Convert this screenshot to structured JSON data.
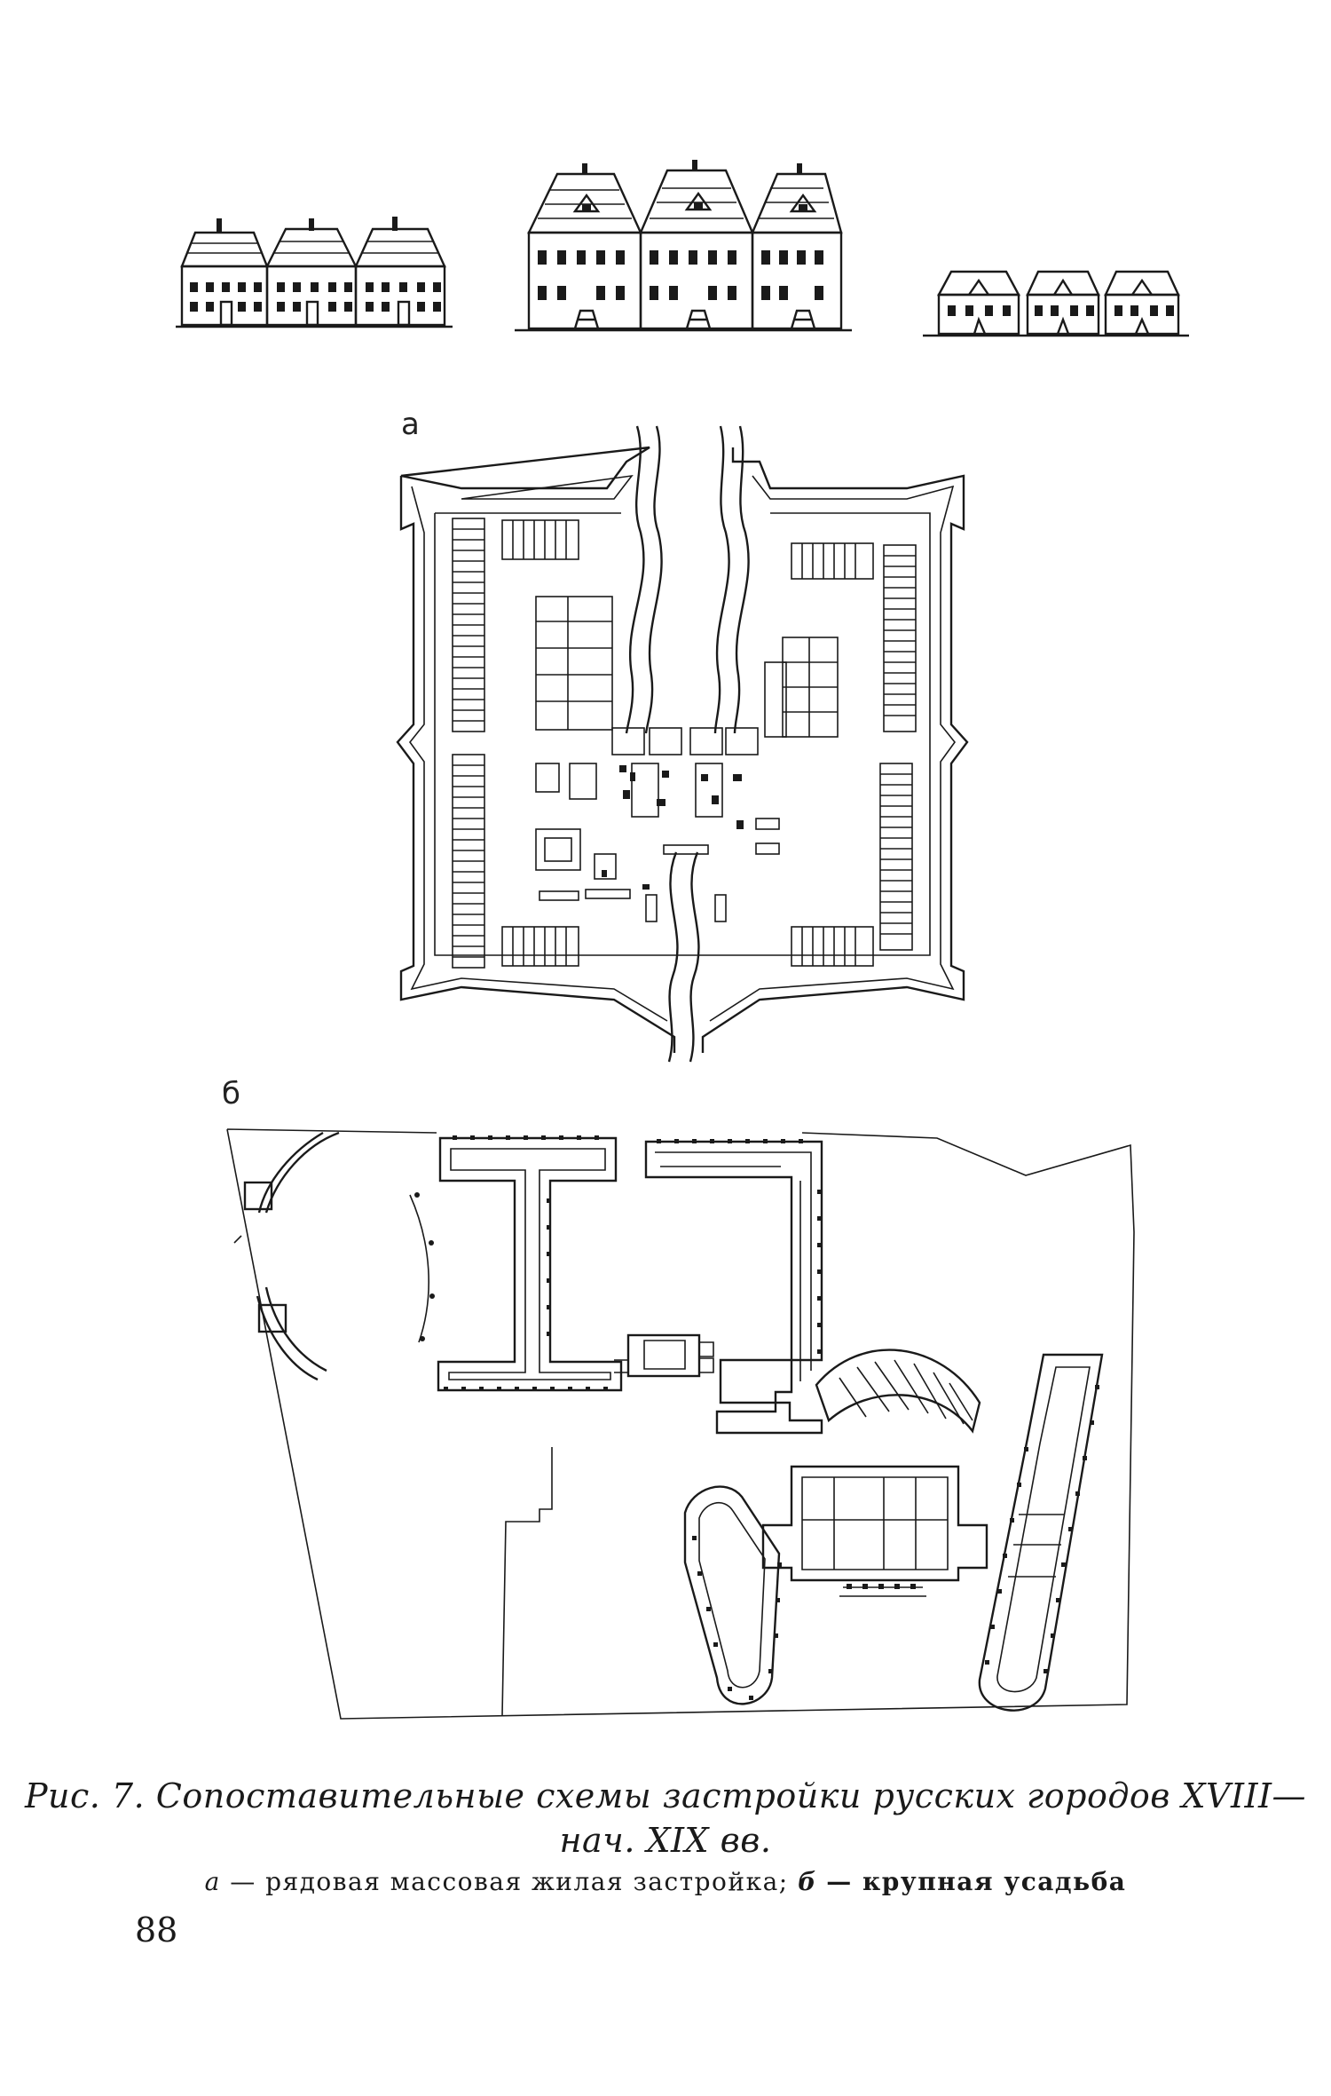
{
  "figure": {
    "label_a": "а",
    "label_b": "б"
  },
  "caption": {
    "line1": "Рис. 7. Сопоставительные схемы застройки русских городов XVIII—",
    "line2": "нач. XIX вв.",
    "legend_a_key": "а",
    "legend_a_text": "— рядовая массовая жилая застройка;",
    "legend_b_key": "б",
    "legend_b_text": "— крупная усадьба"
  },
  "page_number": "88"
}
